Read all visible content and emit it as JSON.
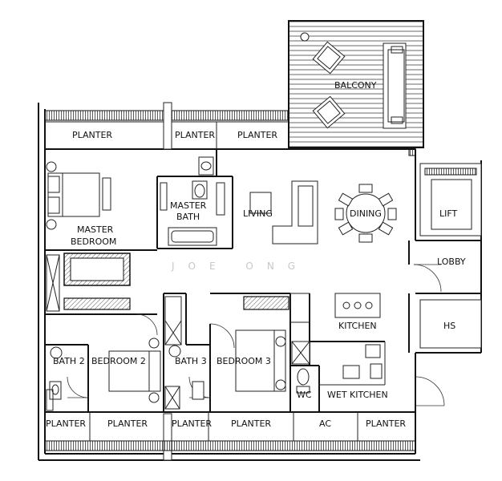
{
  "rooms": {
    "balcony": "BALCONY",
    "planter_top_left": "PLANTER",
    "planter_top_mid": "PLANTER",
    "planter_top_right": "PLANTER",
    "master_bedroom_line1": "MASTER",
    "master_bedroom_line2": "BEDROOM",
    "master_bath_line1": "MASTER",
    "master_bath_line2": "BATH",
    "living": "LIVING",
    "dining": "DINING",
    "lift": "LIFT",
    "lobby": "LOBBY",
    "kitchen": "KITCHEN",
    "hs": "HS",
    "bath2": "BATH 2",
    "bedroom2": "BEDROOM 2",
    "bath3": "BATH 3",
    "bedroom3": "BEDROOM 3",
    "wc": "WC",
    "wet_kitchen": "WET KITCHEN",
    "planter_bottom_1": "PLANTER",
    "planter_bottom_2": "PLANTER",
    "planter_bottom_3": "PLANTER",
    "planter_bottom_4": "PLANTER",
    "ac": "AC",
    "planter_bottom_5": "PLANTER"
  },
  "watermark": "JOE ONG"
}
